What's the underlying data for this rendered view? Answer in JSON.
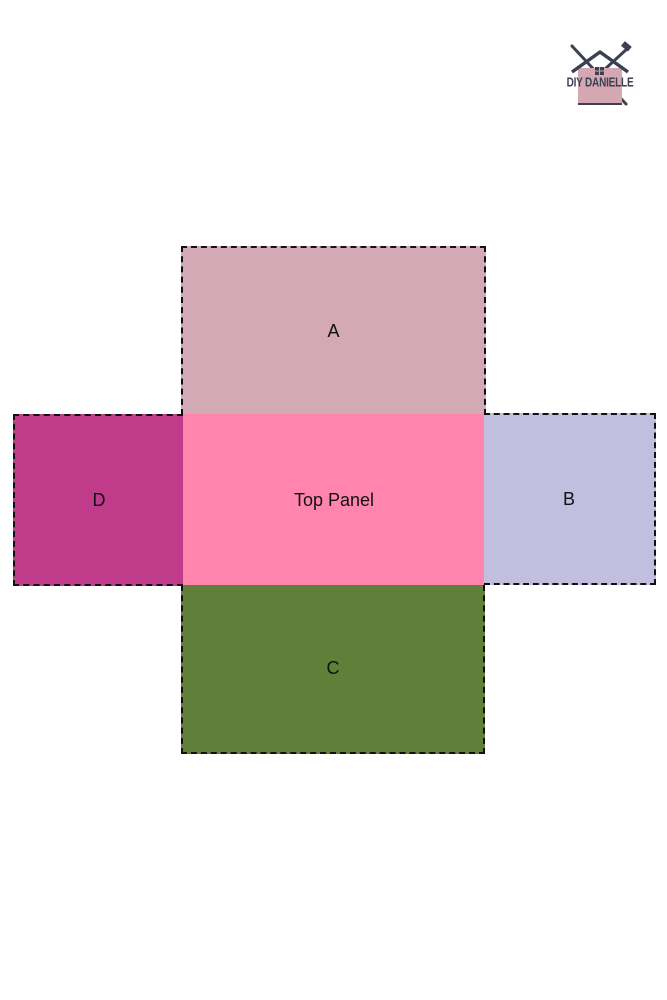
{
  "logo": {
    "text": "DIY DANIELLE",
    "colors": {
      "house": "#d4a7b3",
      "outline": "#3b4150"
    }
  },
  "panels": {
    "a": {
      "label": "A",
      "color": "#d2a9b5"
    },
    "b": {
      "label": "B",
      "color": "#c2bee0"
    },
    "c": {
      "label": "C",
      "color": "#607f38"
    },
    "d": {
      "label": "D",
      "color": "#c03c8b"
    },
    "top": {
      "label": "Top Panel",
      "color": "#ff85ae"
    }
  }
}
